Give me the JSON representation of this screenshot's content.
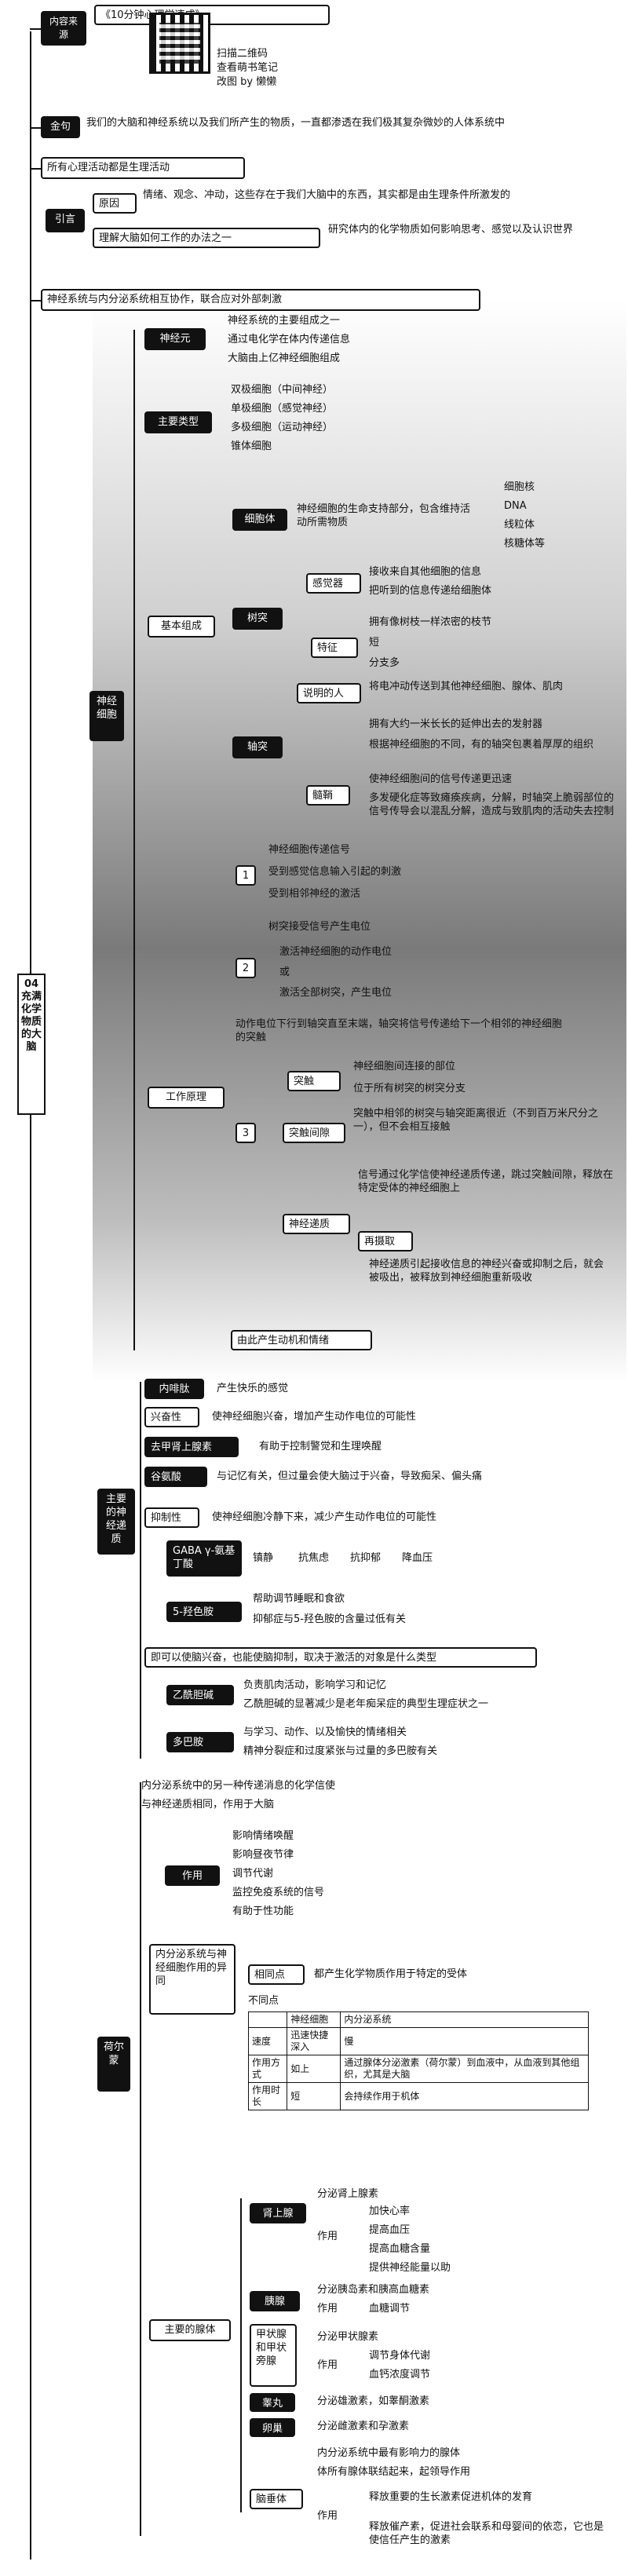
{
  "root_title": "04 充满化学物质的大脑",
  "header": {
    "section_label": "内容来源",
    "book": "《10分钟心理学速成》",
    "qr_caption_1": "扫描二维码",
    "qr_caption_2": "查看萌书笔记",
    "qr_caption_3": "改图 by 懒懒"
  },
  "quote": {
    "label": "金句",
    "text": "我们的大脑和神经系统以及我们所产生的物质，一直都渗透在我们极其复杂微妙的人体系统中"
  },
  "intro": {
    "title": "所有心理活动都是生理活动",
    "label": "引言",
    "principle_label": "原因",
    "principle_text": "情绪、观念、冲动，这些存在于我们大脑中的东西，其实都是由生理条件所激发的",
    "method_label": "理解大脑如何工作的办法之一",
    "method_text": "研究体内的化学物质如何影响思考、感觉以及认识世界"
  },
  "neuron": {
    "section_title": "神经系统与内分泌系统相互协作，联合应对外部刺激",
    "label": "神经细胞",
    "nerve_label": "神经元",
    "nerve_items": [
      "神经系统的主要组成之一",
      "通过电化学在体内传递信息",
      "大脑由上亿神经细胞组成"
    ],
    "types_label": "主要类型",
    "types": [
      "双极细胞（中间神经）",
      "单极细胞（感觉神经）",
      "多极细胞（运动神经）",
      "锥体细胞"
    ],
    "structure_label": "基本组成",
    "soma_label": "细胞体",
    "soma_text": "神经细胞的生命支持部分，包含维持活动所需物质",
    "soma_items": [
      "细胞核",
      "DNA",
      "线粒体",
      "核糖体等"
    ],
    "dendrite_label": "树突",
    "receptor_label": "感觉器",
    "receptor_items": [
      "接收来自其他细胞的信息",
      "把听到的信息传递给细胞体"
    ],
    "feature_label": "特征",
    "feature_items": [
      "拥有像树枝一样浓密的枝节",
      "短",
      "分支多"
    ],
    "axon_label": "轴突",
    "axon_function_label": "说明的人",
    "axon_function_text": "将电冲动传送到其他神经细胞、腺体、肌肉",
    "axon_feature_text": "拥有大约一米长长的延伸出去的发射器",
    "axon_speed_text": "根据神经细胞的不同，有的轴突包裹着厚厚的组织",
    "myelin_label": "髓鞘",
    "myelin_items": [
      "使神经细胞间的信号传递更迅速",
      "多发硬化症等致瘫痪疾病，分解，时轴突上脆弱部位的信号传导会以混乱分解，造成与致肌肉的活动失去控制"
    ],
    "process_label": "工作原理",
    "step1_items": [
      "神经细胞传递信号",
      "受到感觉信息输入引起的刺激",
      "受到相邻神经的激活"
    ],
    "step2_items": [
      "树突接受信号产生电位",
      "激活神经细胞的动作电位",
      "或",
      "激活全部树突，产生电位"
    ],
    "step3_text": "动作电位下行到轴突直至末端，轴突将信号传递给下一个相邻的神经细胞的突触",
    "synapse_label": "突触",
    "synapse_items": [
      "神经细胞间连接的部位",
      "位于所有树突的树突分支"
    ],
    "gap_label": "突触间隙",
    "gap_text": "突触中相邻的树突与轴突距离很近（不到百万米尺分之一），但不会相互接触",
    "transmitter_label": "神经递质",
    "transmitter_text": "信号通过化学信使神经递质传递，跳过突触间隙，释放在特定受体的神经细胞上",
    "reuptake_label": "再摄取",
    "reuptake_text": "神经递质引起接收信息的神经兴奋或抑制之后，就会被吸出，被释放到神经细胞重新吸收",
    "result_text": "由此产生动机和情绪"
  },
  "transmitters": {
    "label": "主要的神经递质",
    "endorphin_label": "内啡肽",
    "endorphin_text": "产生快乐的感觉",
    "excitatory_label": "兴奋性",
    "excitatory_text": "使神经细胞兴奋，增加产生动作电位的可能性",
    "norepi_label": "去甲肾上腺素",
    "norepi_text": "有助于控制警觉和生理唤醒",
    "glutamate_label": "谷氨酸",
    "glutamate_text": "与记忆有关，但过量会使大脑过于兴奋，导致痴呆、偏头痛",
    "inhibitory_label": "抑制性",
    "inhibitory_text": "使神经细胞冷静下来，减少产生动作电位的可能性",
    "gaba_label": "GABA γ-氨基丁酸",
    "gaba_items": [
      "镇静",
      "抗焦虑",
      "抗抑郁",
      "降血压"
    ],
    "serotonin_label": "5-羟色胺",
    "serotonin_items": [
      "帮助调节睡眠和食欲",
      "抑郁症与5-羟色胺的含量过低有关"
    ],
    "dual_text": "即可以使脑兴奋，也能使脑抑制，取决于激活的对象是什么类型",
    "ach_label": "乙酰胆碱",
    "ach_items": [
      "负责肌肉活动，影响学习和记忆",
      "乙酰胆碱的显著减少是老年痴呆症的典型生理症状之一"
    ],
    "dopamine_label": "多巴胺",
    "dopamine_items": [
      "与学习、动作、以及愉快的情绪相关",
      "精神分裂症和过度紧张与过量的多巴胺有关"
    ]
  },
  "hormone": {
    "label": "荷尔蒙",
    "intro_1": "内分泌系统中的另一种传递消息的化学信使",
    "intro_2": "与神经递质相同，作用于大脑",
    "effect_label": "作用",
    "effect_items": [
      "影响情绪唤醒",
      "影响昼夜节律",
      "调节代谢",
      "监控免疫系统的信号",
      "有助于性功能"
    ],
    "compare_label": "内分泌系统与神经细胞作用的异同",
    "same_label": "相同点",
    "same_text": "都产生化学物质作用于特定的受体",
    "diff_label": "不同点",
    "table_head": [
      "",
      "神经细胞",
      "内分泌系统"
    ],
    "table_rows": [
      [
        "速度",
        "迅速快捷深入",
        "慢"
      ],
      [
        "作用方式",
        "如上",
        "通过腺体分泌激素（荷尔蒙）到血液中，从血液到其他组织，尤其是大脑"
      ],
      [
        "作用时长",
        "短",
        "会持续作用于机体"
      ]
    ],
    "main_label": "主要的腺体",
    "adrenal_label": "肾上腺",
    "adrenal_text": "分泌肾上腺素",
    "adrenal_effect_label": "作用",
    "adrenal_effects": [
      "加快心率",
      "提高血压",
      "提高血糖含量",
      "提供神经能量以助"
    ],
    "pancreas_label": "胰腺",
    "pancreas_text": "分泌胰岛素和胰高血糖素",
    "pancreas_effect_label": "作用",
    "pancreas_effect": "血糖调节",
    "thyroid_label": "甲状腺和甲状旁腺",
    "thyroid_text": "分泌甲状腺素",
    "thyroid_effect_label": "作用",
    "thyroid_effects": [
      "调节身体代谢",
      "血钙浓度调节"
    ],
    "testes_label": "睾丸",
    "testes_text": "分泌雄激素，如睾酮激素",
    "ovary_label": "卵巢",
    "ovary_text": "分泌雌激素和孕激素",
    "pituitary_label": "脑垂体",
    "pituitary_items": [
      "内分泌系统中最有影响力的腺体",
      "体所有腺体联结起来，起领导作用"
    ],
    "pituitary_effect_label": "作用",
    "pituitary_effects": [
      "释放重要的生长激素促进机体的发育",
      "释放催产素，促进社会联系和母婴间的依恋，它也是使信任产生的激素"
    ]
  }
}
